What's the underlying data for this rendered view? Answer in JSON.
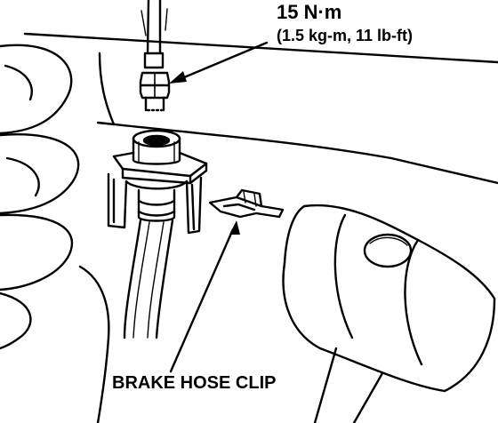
{
  "callouts": {
    "torque_value": "15 N·m",
    "torque_conversion": "(1.5 kg-m, 11 lb-ft)",
    "clip_label": "BRAKE HOSE CLIP"
  },
  "colors": {
    "ink": "#000000",
    "paper": "#ffffff"
  }
}
